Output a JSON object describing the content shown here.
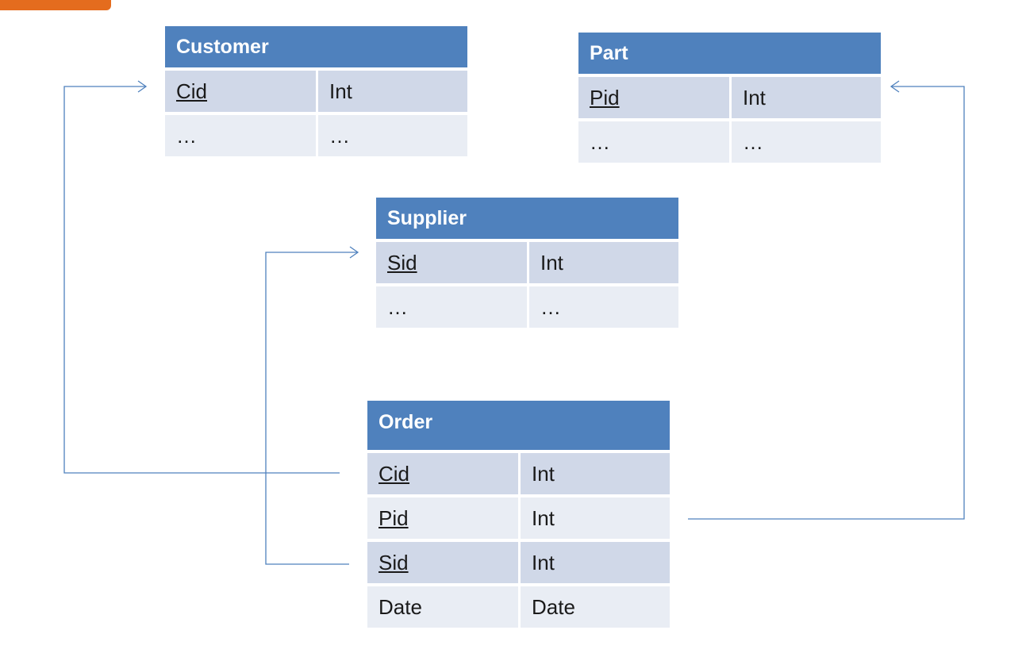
{
  "tables": {
    "customer": {
      "title": "Customer",
      "rows": [
        {
          "name": "Cid",
          "type": "Int",
          "pk": true
        },
        {
          "name": "…",
          "type": "…",
          "pk": false
        }
      ]
    },
    "part": {
      "title": "Part",
      "rows": [
        {
          "name": "Pid",
          "type": "Int",
          "pk": true
        },
        {
          "name": "…",
          "type": "…",
          "pk": false
        }
      ]
    },
    "supplier": {
      "title": "Supplier",
      "rows": [
        {
          "name": "Sid",
          "type": "Int",
          "pk": true
        },
        {
          "name": "…",
          "type": "…",
          "pk": false
        }
      ]
    },
    "order": {
      "title": "Order",
      "rows": [
        {
          "name": "Cid",
          "type": "Int",
          "pk": true
        },
        {
          "name": "Pid",
          "type": "Int",
          "pk": true
        },
        {
          "name": "Sid",
          "type": "Int",
          "pk": true
        },
        {
          "name": "Date",
          "type": "Date",
          "pk": false
        }
      ]
    }
  },
  "colors": {
    "header": "#4f81bd",
    "row_odd": "#d0d8e8",
    "row_even": "#e9edf4",
    "connector": "#4f81bd",
    "accent_tab": "#e46c1e"
  }
}
